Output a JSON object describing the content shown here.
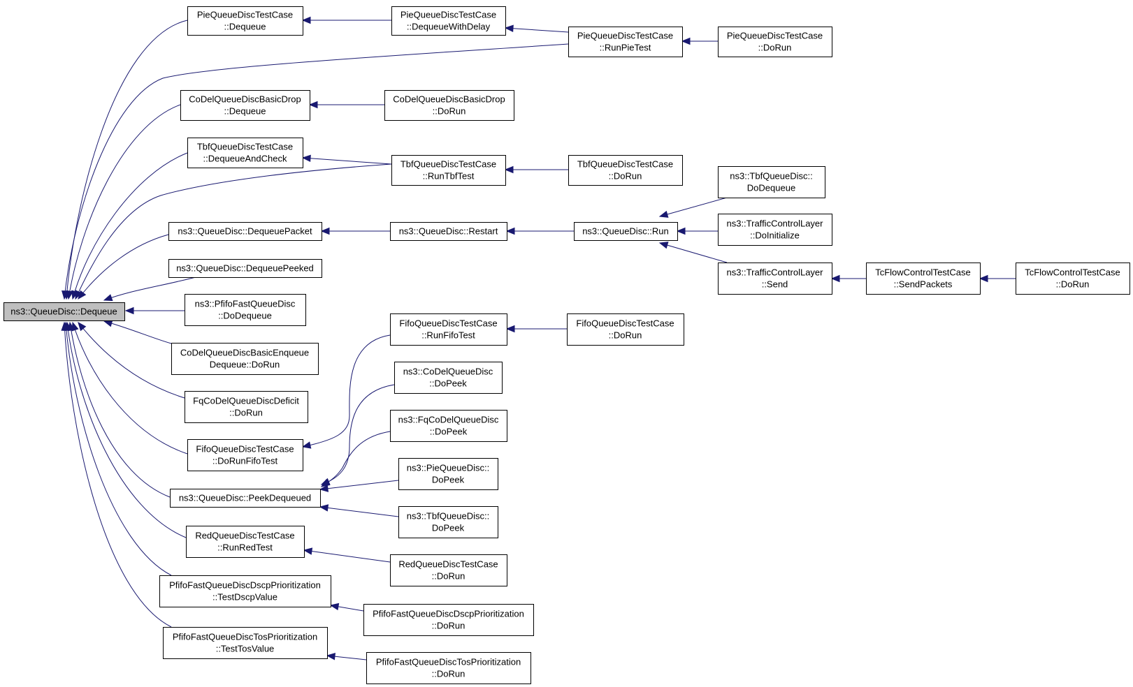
{
  "graph": {
    "colors": {
      "edge": "#191970",
      "node_border": "#000000",
      "root_fill": "#bfbfbf",
      "node_fill": "#ffffff",
      "background": "#ffffff"
    },
    "nodes": [
      {
        "id": "root",
        "lines": [
          "ns3::QueueDisc::Dequeue"
        ]
      },
      {
        "id": "pie_deq",
        "lines": [
          "PieQueueDiscTestCase",
          "::Dequeue"
        ]
      },
      {
        "id": "pie_dwd",
        "lines": [
          "PieQueueDiscTestCase",
          "::DequeueWithDelay"
        ]
      },
      {
        "id": "pie_run",
        "lines": [
          "PieQueueDiscTestCase",
          "::RunPieTest"
        ]
      },
      {
        "id": "pie_dorun",
        "lines": [
          "PieQueueDiscTestCase",
          "::DoRun"
        ]
      },
      {
        "id": "codel_bd",
        "lines": [
          "CoDelQueueDiscBasicDrop",
          "::Dequeue"
        ]
      },
      {
        "id": "codel_bd_run",
        "lines": [
          "CoDelQueueDiscBasicDrop",
          "::DoRun"
        ]
      },
      {
        "id": "tbf_dac",
        "lines": [
          "TbfQueueDiscTestCase",
          "::DequeueAndCheck"
        ]
      },
      {
        "id": "tbf_run",
        "lines": [
          "TbfQueueDiscTestCase",
          "::RunTbfTest"
        ]
      },
      {
        "id": "tbf_dorun",
        "lines": [
          "TbfQueueDiscTestCase",
          "::DoRun"
        ]
      },
      {
        "id": "qd_dp",
        "lines": [
          "ns3::QueueDisc::DequeuePacket"
        ]
      },
      {
        "id": "qd_restart",
        "lines": [
          "ns3::QueueDisc::Restart"
        ]
      },
      {
        "id": "qd_run",
        "lines": [
          "ns3::QueueDisc::Run"
        ]
      },
      {
        "id": "tbfqd_dd",
        "lines": [
          "ns3::TbfQueueDisc::",
          "DoDequeue"
        ]
      },
      {
        "id": "tcl_init",
        "lines": [
          "ns3::TrafficControlLayer",
          "::DoInitialize"
        ]
      },
      {
        "id": "tcl_send",
        "lines": [
          "ns3::TrafficControlLayer",
          "::Send"
        ]
      },
      {
        "id": "tcfc_sp",
        "lines": [
          "TcFlowControlTestCase",
          "::SendPackets"
        ]
      },
      {
        "id": "tcfc_run",
        "lines": [
          "TcFlowControlTestCase",
          "::DoRun"
        ]
      },
      {
        "id": "qd_dpk",
        "lines": [
          "ns3::QueueDisc::DequeuePeeked"
        ]
      },
      {
        "id": "pfifo_dd",
        "lines": [
          "ns3::PfifoFastQueueDisc",
          "::DoDequeue"
        ]
      },
      {
        "id": "codel_bed",
        "lines": [
          "CoDelQueueDiscBasicEnqueue",
          "Dequeue::DoRun"
        ]
      },
      {
        "id": "fqcodel_def",
        "lines": [
          "FqCoDelQueueDiscDeficit",
          "::DoRun"
        ]
      },
      {
        "id": "fifo_drft",
        "lines": [
          "FifoQueueDiscTestCase",
          "::DoRunFifoTest"
        ]
      },
      {
        "id": "fifo_rft",
        "lines": [
          "FifoQueueDiscTestCase",
          "::RunFifoTest"
        ]
      },
      {
        "id": "fifo_dorun",
        "lines": [
          "FifoQueueDiscTestCase",
          "::DoRun"
        ]
      },
      {
        "id": "codel_dopeek",
        "lines": [
          "ns3::CoDelQueueDisc",
          "::DoPeek"
        ]
      },
      {
        "id": "fqcodel_dopeek",
        "lines": [
          "ns3::FqCoDelQueueDisc",
          "::DoPeek"
        ]
      },
      {
        "id": "pie_dopeek",
        "lines": [
          "ns3::PieQueueDisc::",
          "DoPeek"
        ]
      },
      {
        "id": "tbf_dopeek",
        "lines": [
          "ns3::TbfQueueDisc::",
          "DoPeek"
        ]
      },
      {
        "id": "qd_peekdeq",
        "lines": [
          "ns3::QueueDisc::PeekDequeued"
        ]
      },
      {
        "id": "red_rrt",
        "lines": [
          "RedQueueDiscTestCase",
          "::RunRedTest"
        ]
      },
      {
        "id": "red_dorun",
        "lines": [
          "RedQueueDiscTestCase",
          "::DoRun"
        ]
      },
      {
        "id": "pf_dscp_tdv",
        "lines": [
          "PfifoFastQueueDiscDscpPrioritization",
          "::TestDscpValue"
        ]
      },
      {
        "id": "pf_dscp_run",
        "lines": [
          "PfifoFastQueueDiscDscpPrioritization",
          "::DoRun"
        ]
      },
      {
        "id": "pf_tos_ttv",
        "lines": [
          "PfifoFastQueueDiscTosPrioritization",
          "::TestTosValue"
        ]
      },
      {
        "id": "pf_tos_run",
        "lines": [
          "PfifoFastQueueDiscTosPrioritization",
          "::DoRun"
        ]
      }
    ]
  }
}
